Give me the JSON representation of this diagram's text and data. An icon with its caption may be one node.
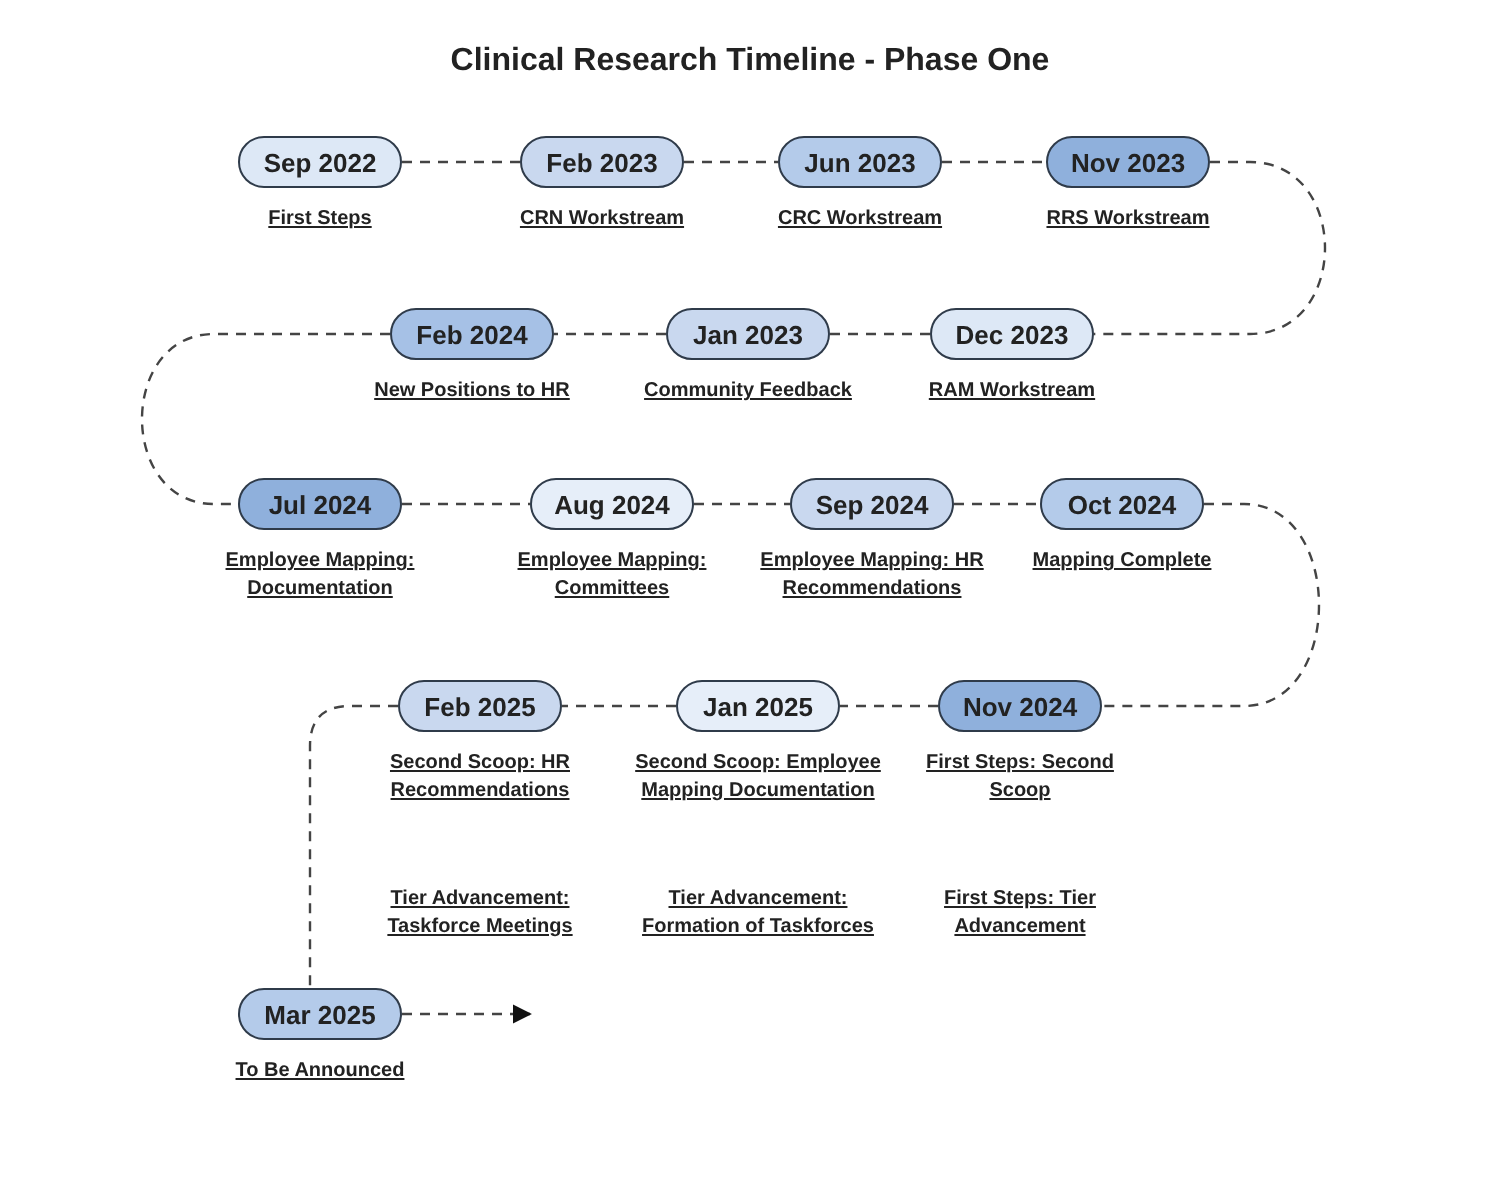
{
  "diagram": {
    "title": "Clinical Research Timeline - Phase One",
    "nodes": [
      {
        "text": [
          "Sep 2022"
        ],
        "beside": [
          "First Steps"
        ]
      },
      {
        "text": [
          "Feb 2023"
        ],
        "beside": [
          "CRN Workstream"
        ]
      },
      {
        "text": [
          "Jun 2023"
        ],
        "beside": [
          "CRC Workstream"
        ]
      },
      {
        "text": [
          "Nov 2023"
        ],
        "beside": [
          "RRS Workstream"
        ]
      },
      {
        "text": [
          "Dec 2023"
        ],
        "beside": [
          "RAM Workstream"
        ]
      },
      {
        "text": [
          "Jan 2023"
        ],
        "beside": [
          "Community Feedback"
        ]
      },
      {
        "text": [
          "Feb 2024"
        ],
        "beside": [
          "New Positions to HR"
        ]
      },
      {
        "text": [
          "Jul 2024"
        ],
        "beside": [
          "Employee Mapping: Documentation"
        ]
      },
      {
        "text": [
          "Aug 2024"
        ],
        "beside": [
          "Employee Mapping: Committees"
        ]
      },
      {
        "text": [
          "Sep 2024"
        ],
        "beside": [
          "Employee Mapping: HR Recommendations"
        ]
      },
      {
        "text": [
          "Oct 2024"
        ],
        "beside": [
          "Mapping Complete"
        ]
      },
      {
        "text": [
          "Nov 2024"
        ],
        "beside": [
          "First Steps: Second Scoop"
        ]
      },
      {
        "text": [
          "Jan 2025"
        ],
        "beside": [
          "Second Scoop: Employee Mapping Documentation"
        ]
      },
      {
        "text": [
          "Feb 2025"
        ],
        "beside": [
          "Second Scoop: HR Recommendations"
        ]
      },
      {
        "text": [
          "Mar 2025"
        ],
        "beside": [
          "To Be Announced"
        ]
      }
    ],
    "edges": [
      {
        "from": 0,
        "to": 1,
        "arrow": "none",
        "style": "dashed"
      },
      {
        "from": 1,
        "to": 2,
        "arrow": "none",
        "style": "dashed"
      },
      {
        "from": 2,
        "to": 3,
        "arrow": "none",
        "style": "dashed"
      },
      {
        "from": 3,
        "to": 4,
        "arrow": "none",
        "style": "dashed"
      },
      {
        "from": 4,
        "to": 5,
        "arrow": "none",
        "style": "dashed"
      },
      {
        "from": 5,
        "to": 6,
        "arrow": "none",
        "style": "dashed"
      },
      {
        "from": 6,
        "to": 7,
        "arrow": "none",
        "style": "dashed"
      },
      {
        "from": 7,
        "to": 8,
        "arrow": "none",
        "style": "dashed"
      },
      {
        "from": 8,
        "to": 9,
        "arrow": "none",
        "style": "dashed"
      },
      {
        "from": 9,
        "to": 10,
        "arrow": "none",
        "style": "dashed"
      },
      {
        "from": 10,
        "to": 11,
        "arrow": "none",
        "style": "dashed"
      },
      {
        "from": 11,
        "to": 12,
        "arrow": "none",
        "style": "dashed"
      },
      {
        "from": 12,
        "to": 13,
        "arrow": "none",
        "style": "dashed"
      },
      {
        "from": 13,
        "to": 14,
        "arrow": "none",
        "style": "dashed"
      },
      {
        "from": 14,
        "to": null,
        "arrow": "to",
        "style": "dashed"
      }
    ],
    "labels": [
      "Tier Advancement: Taskforce Meetings",
      "Tier Advancement: Formation of Taskforces",
      "First Steps: Tier Advancement"
    ]
  }
}
